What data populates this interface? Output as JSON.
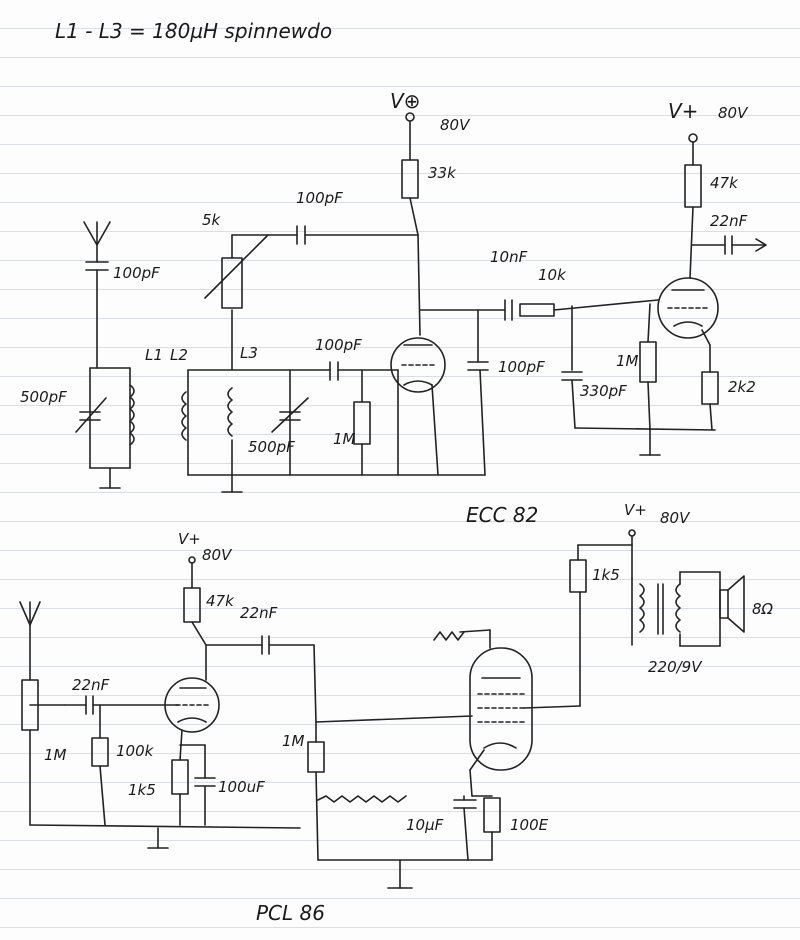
{
  "title": "L1 - L3 = 180µH spinnewdo",
  "section1": {
    "supply_symbol": "V⊕",
    "supply_voltage": "80V",
    "supply2_label": "V+",
    "supply2_voltage": "80V",
    "labels": {
      "r_33k": "33k",
      "c_100pF_top": "100pF",
      "pot_5k": "5k",
      "c_100pF_ant": "100pF",
      "L1": "L1",
      "L2": "L2",
      "L3": "L3",
      "c_500pF_left": "500pF",
      "c_100pF_grid": "100pF",
      "c_500pF_var": "500pF",
      "r_1M_grid": "1M",
      "c_10nF": "10nF",
      "r_10k": "10k",
      "c_100pF_plate": "100pF",
      "r_1M_2": "1M",
      "c_330pF": "330pF",
      "r_47k": "47k",
      "c_22nF_out": "22nF",
      "r_2k2": "2k2",
      "tube": "ECC 82"
    }
  },
  "section2": {
    "supply_label": "V+",
    "supply_voltage": "80V",
    "supply2_label": "V+",
    "supply2_voltage": "80V",
    "labels": {
      "r_47k": "47k",
      "c_22nF_coupling": "22nF",
      "c_22nF_input": "22nF",
      "r_1M_input": "1M",
      "r_100k": "100k",
      "r_1k5_cathode": "1k5",
      "c_100uF": "100uF",
      "r_1M_grid": "1M",
      "r_1k5_screen": "1k5",
      "transformer": "220/9V",
      "speaker": "8Ω",
      "c_10uF": "10µF",
      "r_100E": "100E",
      "tube": "PCL 86"
    }
  }
}
